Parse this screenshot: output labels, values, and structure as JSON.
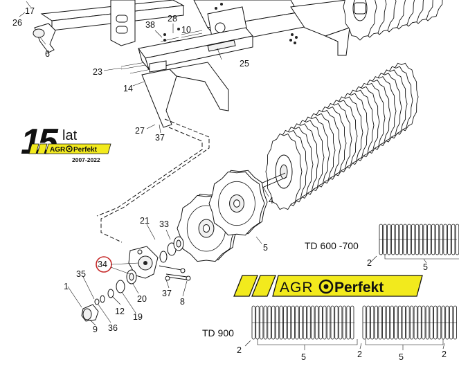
{
  "callouts": {
    "c17": "17",
    "c26": "26",
    "c6": "6",
    "c38": "38",
    "c28": "28",
    "c10": "10",
    "c23": "23",
    "c25": "25",
    "c14": "14",
    "c27": "27",
    "c37a": "37",
    "c4": "4",
    "c5a": "5",
    "c21": "21",
    "c33": "33",
    "c34": "34",
    "c35": "35",
    "c1": "1",
    "c20": "20",
    "c37b": "37",
    "c8": "8",
    "c12": "12",
    "c19": "19",
    "c9": "9",
    "c36": "36"
  },
  "badge": {
    "number": "15",
    "word": "lat",
    "brand_left": "AGR",
    "brand_right": "Perfekt",
    "years": "2007-2022"
  },
  "logo": {
    "brand_left": "AGR",
    "brand_right": "Perfekt"
  },
  "models": {
    "td600": {
      "title": "TD 600 -700",
      "end_label": "2",
      "group_label": "5"
    },
    "td900": {
      "title": "TD 900",
      "labels": [
        "2",
        "5",
        "2",
        "5",
        "2"
      ]
    }
  },
  "colors": {
    "brand_yellow": "#f2ea1d",
    "ink": "#111111",
    "highlight_circle": "#c62828"
  }
}
